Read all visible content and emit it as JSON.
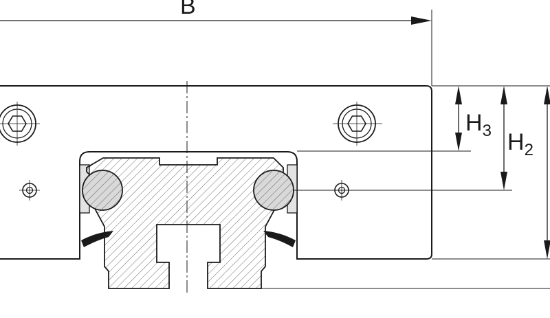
{
  "dimensions": {
    "width_label": "B",
    "h3_main": "H",
    "h3_sub": "3",
    "h2_main": "H",
    "h2_sub": "2"
  },
  "colors": {
    "line": "#1a1a1a",
    "profile_fill": "#d9d9d9",
    "background": "#ffffff"
  }
}
